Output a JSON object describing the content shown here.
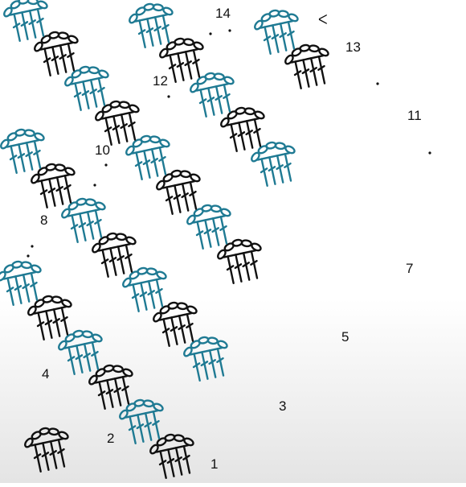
{
  "diagram": {
    "row_labels": [
      "1",
      "2",
      "3",
      "4",
      "5",
      "7",
      "8",
      "10",
      "11",
      "12",
      "13",
      "14"
    ],
    "start_marker": "ᐸ",
    "colors": {
      "dark_rows": "#111111",
      "teal_rows": "#1f7a93",
      "background": "#ffffff"
    },
    "stitch_symbol": "cluster-of-dc-with-chain-arch"
  }
}
